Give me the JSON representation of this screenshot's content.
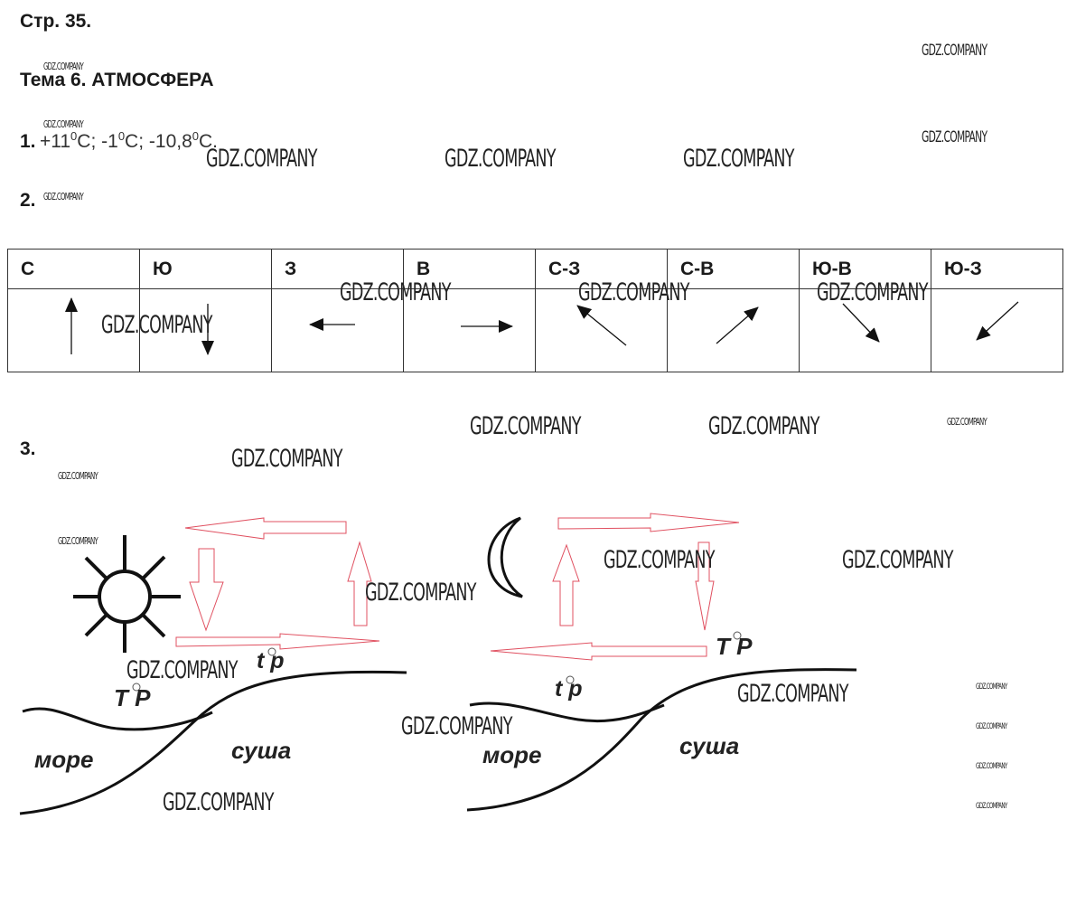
{
  "page_ref": "Стр. 35.",
  "topic_title": "Тема 6. АТМОСФЕРА",
  "task1": {
    "number": "1.",
    "answer": [
      {
        "value": "+11",
        "unit": "C;"
      },
      {
        "value": "-1",
        "unit": "C;"
      },
      {
        "value": "-10,8",
        "unit": "C."
      }
    ],
    "degree": "0"
  },
  "task2": {
    "number": "2.",
    "directions": [
      {
        "label": "С",
        "arrow": "north"
      },
      {
        "label": "Ю",
        "arrow": "south"
      },
      {
        "label": "З",
        "arrow": "west"
      },
      {
        "label": "В",
        "arrow": "east"
      },
      {
        "label": "С-З",
        "arrow": "north-west"
      },
      {
        "label": "С-В",
        "arrow": "north-east"
      },
      {
        "label": "Ю-В",
        "arrow": "south-east"
      },
      {
        "label": "Ю-З",
        "arrow": "south-west"
      }
    ]
  },
  "task3": {
    "number": "3.",
    "day": {
      "high": "T",
      "high_p": "P",
      "low": "t",
      "low_p": "p",
      "sea": "море",
      "land": "суша"
    },
    "night": {
      "high": "T",
      "high_p": "P",
      "low": "t",
      "low_p": "p",
      "sea": "море",
      "land": "суша"
    }
  },
  "watermark": "GDZ.COMPANY",
  "colors": {
    "arrow_outline": "#e05060",
    "ink": "#1a1a1a"
  }
}
